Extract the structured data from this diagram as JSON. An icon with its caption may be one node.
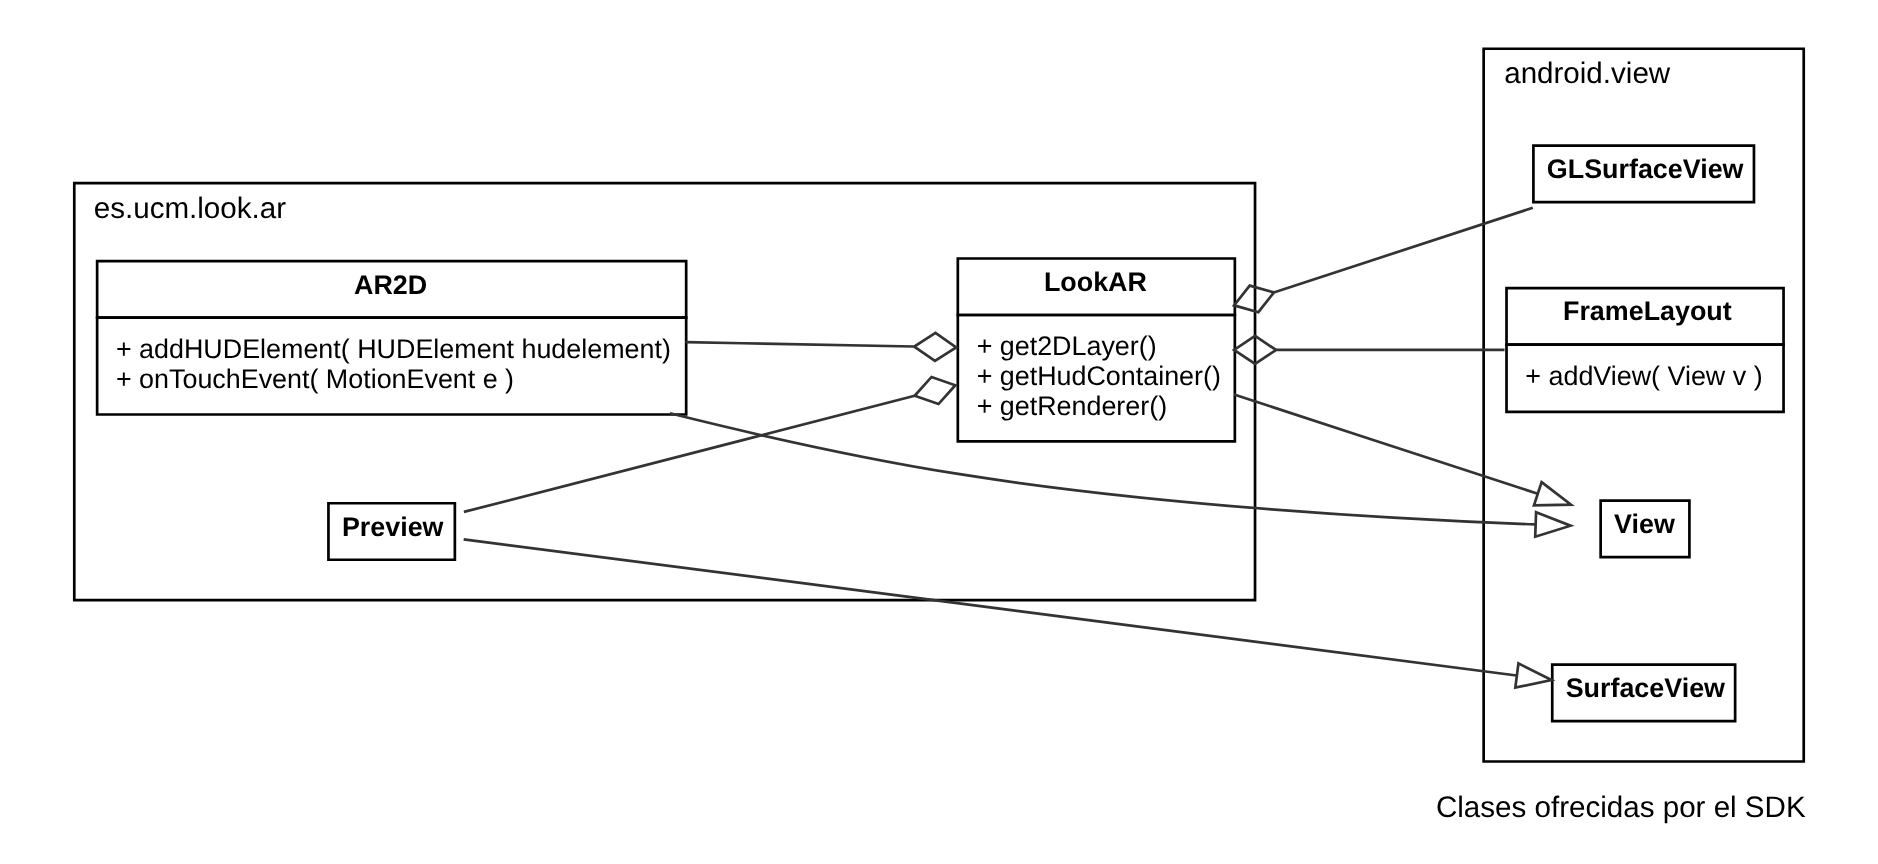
{
  "diagram": {
    "caption": "Clases ofrecidas por el SDK",
    "nodes": [
      {
        "text": [
          "es.ucm.look.ar"
        ]
      },
      {
        "text": [
          "AR2D",
          "+ addHUDElement( HUDElement hudelement)",
          "+ onTouchEvent( MotionEvent e )"
        ],
        "in": 0
      },
      {
        "text": [
          "Preview"
        ],
        "in": 0
      },
      {
        "text": [
          "LookAR",
          "+ get2DLayer()",
          "+ getHudContainer()",
          "+ getRenderer()"
        ],
        "in": 0
      },
      {
        "text": [
          "android.view"
        ]
      },
      {
        "text": [
          "View"
        ],
        "in": 4
      },
      {
        "text": [
          "SurfaceView"
        ],
        "in": 4
      },
      {
        "text": [
          "GLSurfaceView"
        ],
        "in": 4
      },
      {
        "text": [
          "FrameLayout",
          "+ addView( View v )"
        ],
        "in": 4
      }
    ],
    "edges": [
      {
        "from": 1,
        "to": 5,
        "arrow": "to"
      },
      {
        "from": 2,
        "to": 6,
        "arrow": "to"
      },
      {
        "from": 3,
        "to": 5,
        "arrow": "to"
      },
      {
        "from": 1,
        "to": 3,
        "arrow": "other"
      },
      {
        "from": 2,
        "to": 3,
        "arrow": "other"
      },
      {
        "from": 7,
        "to": 3,
        "arrow": "other"
      },
      {
        "from": 8,
        "to": 3,
        "arrow": "other"
      }
    ]
  }
}
